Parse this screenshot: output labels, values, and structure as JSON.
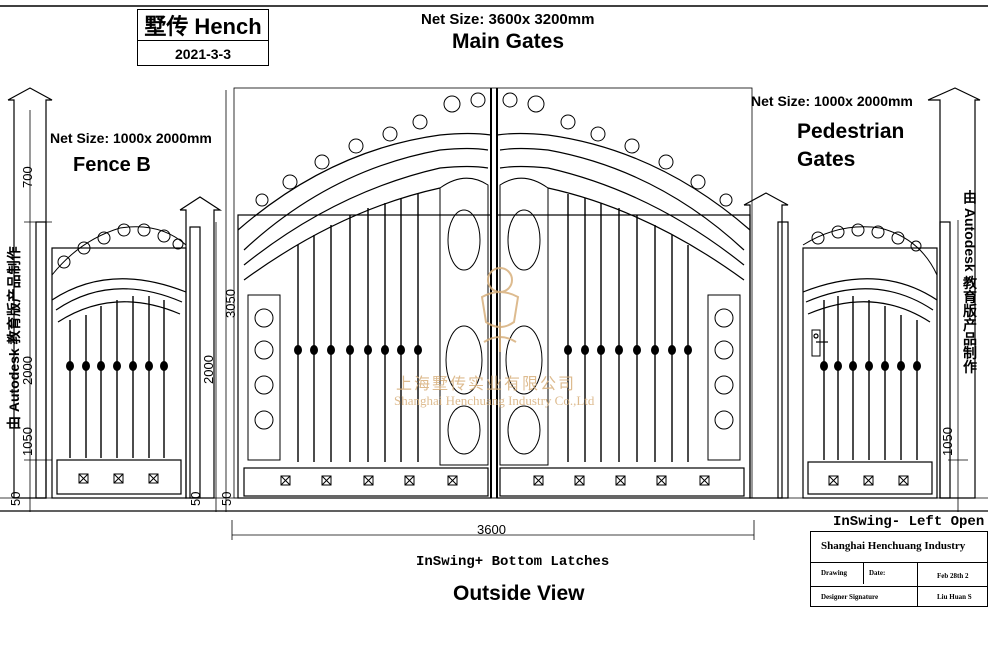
{
  "header": {
    "brand": "墅传 Hench",
    "date": "2021-3-3",
    "net_size_main": "Net Size: 3600x 3200mm",
    "title_main": "Main Gates"
  },
  "left": {
    "net_size": "Net Size: 1000x 2000mm",
    "title": "Fence B",
    "side_text": "由 Autodesk 教育版产品制作"
  },
  "right": {
    "net_size": "Net Size: 1000x 2000mm",
    "title_line1": "Pedestrian",
    "title_line2": "Gates",
    "side_text": "由 Autodesk 教育版产品制作"
  },
  "dimensions": {
    "d700": "700",
    "d2000_left": "2000",
    "d1050_left": "1050",
    "d50_left": "50",
    "d50_mid1": "50",
    "d50_mid2": "50",
    "d2000_mid": "2000",
    "d3050": "3050",
    "d1050_right": "1050",
    "d3600": "3600"
  },
  "notes": {
    "inswing_left": "InSwing- Left Open",
    "inswing_bottom": "InSwing+ Bottom Latches",
    "view": "Outside View"
  },
  "watermark": {
    "cn": "上海墅传实业有限公司",
    "en": "Shanghai Henchuang Industry Co.,Ltd"
  },
  "title_block": {
    "company": "Shanghai Henchuang Industry",
    "drawing": "Drawing",
    "date_label": "Date:",
    "date_value": "Feb 28th 2",
    "designer": "Designer Signature",
    "designer_name": "Liu Huan S"
  },
  "colors": {
    "line": "#000000",
    "watermark": "#d8b07c"
  }
}
